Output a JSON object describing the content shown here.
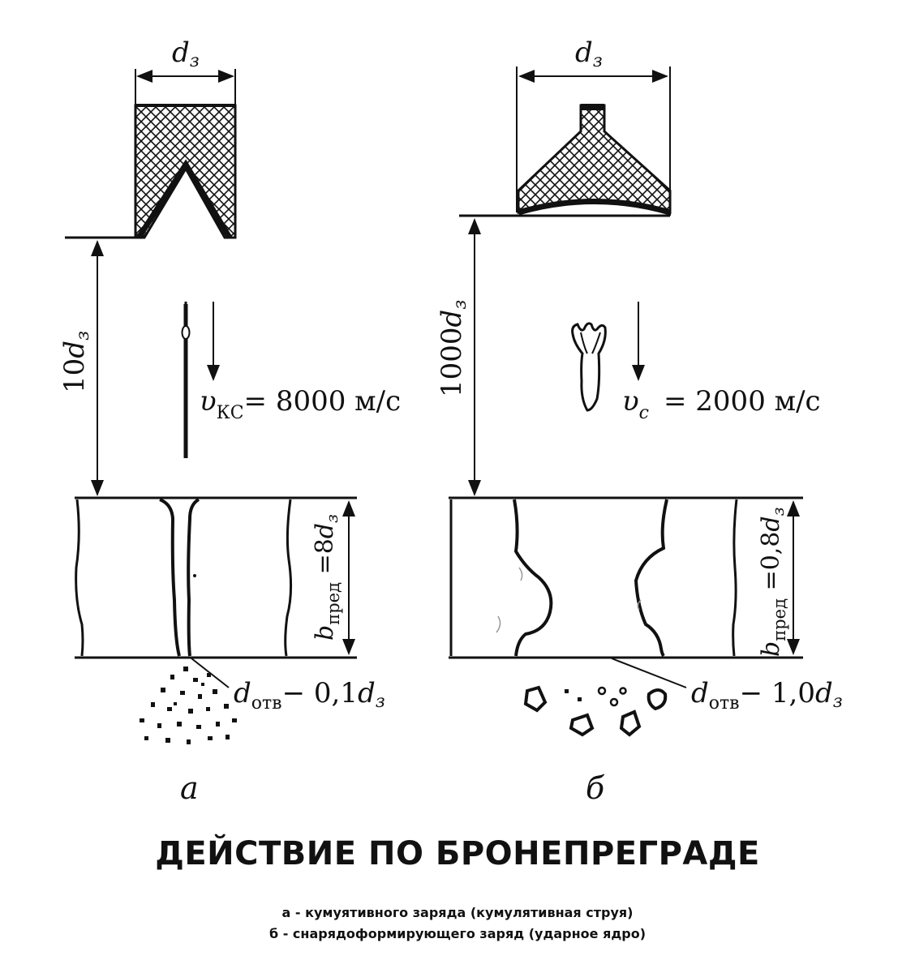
{
  "panel_a": {
    "dim_symbol": "d",
    "dim_sub": "з",
    "standoff_coef": "10",
    "standoff_sym": "d",
    "standoff_sub": "з",
    "velocity_sym": "υ",
    "velocity_sub": "КС",
    "velocity_value": "= 8000 м/с",
    "depth_b": "b",
    "depth_sub": "пред",
    "depth_val": " =8",
    "depth_sym": "d",
    "depth_sym_sub": "з",
    "hole_sym": "d",
    "hole_sub": "отв",
    "hole_val": "− 0,1",
    "hole_d": "d",
    "hole_d_sub": "з",
    "panel_letter": "а"
  },
  "panel_b": {
    "dim_symbol": "d",
    "dim_sub": "з",
    "standoff_coef": "1000",
    "standoff_sym": "d",
    "standoff_sub": "з",
    "velocity_sym": "υ",
    "velocity_sub": "с",
    "velocity_value": "= 2000 м/с",
    "depth_b": "b",
    "depth_sub": "пред",
    "depth_val": " =0,8",
    "depth_sym": "d",
    "depth_sym_sub": "з",
    "hole_sym": "d",
    "hole_sub": "отв",
    "hole_val": "− 1,0",
    "hole_d": "d",
    "hole_d_sub": "з",
    "panel_letter": "б"
  },
  "caption": {
    "title": "ДЕЙСТВИЕ ПО БРОНЕПРЕГРАДЕ",
    "line_a": "а - кумуятивного заряда (кумулятивная струя)",
    "line_b": "б - снарядоформирующего заряд (ударное ядро)"
  }
}
